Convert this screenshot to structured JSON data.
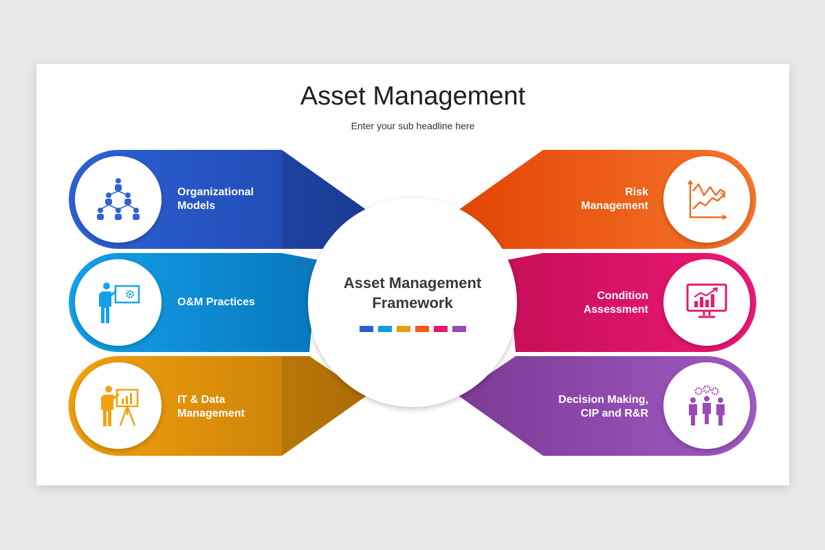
{
  "header": {
    "title": "Asset Management",
    "subtitle": "Enter your sub headline here"
  },
  "center": {
    "line1": "Asset Management",
    "line2": "Framework",
    "swatches": [
      "#2f5fd1",
      "#0f9be0",
      "#e99b12",
      "#f35a12",
      "#e41a6a",
      "#9a4bb3"
    ]
  },
  "blocks_left": [
    {
      "line1": "Organizational",
      "line2": "Models",
      "icon": "organization-chart-icon",
      "color_start": "#2d63d8",
      "color_end": "#1d43a8"
    },
    {
      "line1": "O&M Practices",
      "line2": "",
      "icon": "presenter-board-icon",
      "color_start": "#13a2ea",
      "color_end": "#0877bd"
    },
    {
      "line1": "IT & Data",
      "line2": "Management",
      "icon": "presenter-chart-icon",
      "color_start": "#f3a10d",
      "color_end": "#c07908"
    }
  ],
  "blocks_right": [
    {
      "line1": "Risk",
      "line2": "Management",
      "icon": "line-chart-icon",
      "color_start": "#e34406",
      "color_end": "#f6762a"
    },
    {
      "line1": "Condition",
      "line2": "Assessment",
      "icon": "monitor-chart-icon",
      "color_start": "#c70f58",
      "color_end": "#ec1875"
    },
    {
      "line1": "Decision Making,",
      "line2": "CIP and R&R",
      "icon": "team-gears-icon",
      "color_start": "#7c3a95",
      "color_end": "#a05bc3"
    }
  ]
}
